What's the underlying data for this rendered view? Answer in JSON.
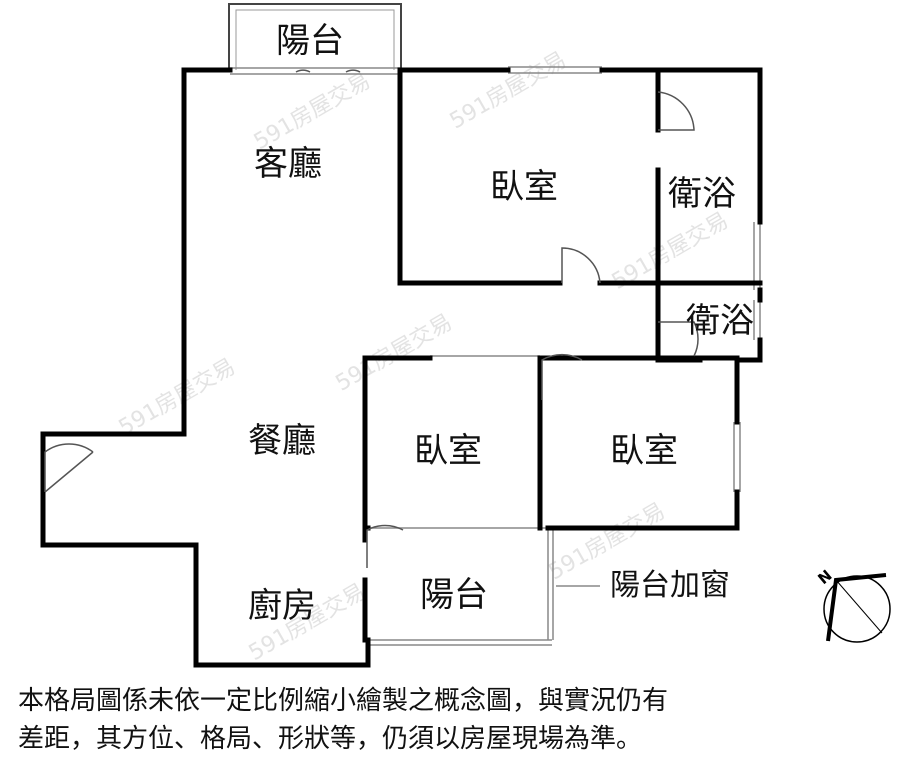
{
  "rooms": {
    "balcony_top": "陽台",
    "living_room": "客廳",
    "bedroom_main": "臥室",
    "bath_1": "衛浴",
    "bath_2": "衛浴",
    "dining_room": "餐廳",
    "bedroom_2": "臥室",
    "bedroom_3": "臥室",
    "kitchen": "廚房",
    "balcony_bottom": "陽台"
  },
  "annotation": "陽台加窗",
  "disclaimer": {
    "line1": "本格局圖係未依一定比例縮小繪製之概念圖，與實況仍有",
    "line2": "差距，其方位、格局、形狀等，仍須以房屋現場為準。"
  },
  "compass": {
    "icon": "north-arrow-icon",
    "label": "N"
  },
  "watermark": "591房屋交易",
  "colors": {
    "wall": "#000000",
    "line": "#888888",
    "watermark": "#e3e3e3"
  }
}
